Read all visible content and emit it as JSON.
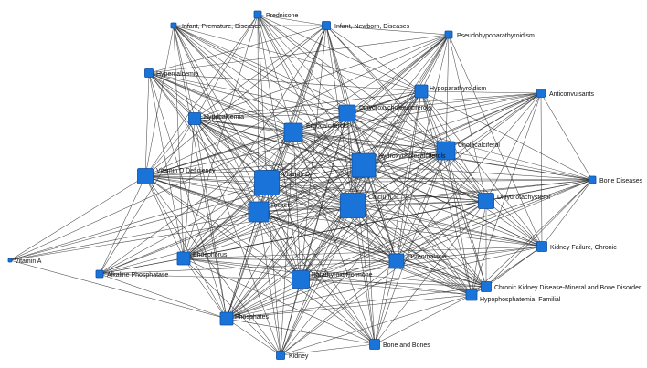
{
  "colors": {
    "node": "#1a73d9",
    "node_border": "#0b4fa0",
    "edge": "#2b2b2b",
    "background": "#ffffff"
  },
  "nodes": [
    {
      "id": "prednisone",
      "label": "Prednisone"
    },
    {
      "id": "infant_premature",
      "label": "Infant, Premature, Diseases"
    },
    {
      "id": "infant_newborn",
      "label": "Infant, Newborn, Diseases"
    },
    {
      "id": "pseudohypopara",
      "label": "Pseudohypoparathyroidism"
    },
    {
      "id": "hypercalcemia",
      "label": "Hypercalcemia"
    },
    {
      "id": "hypoparathyroidism",
      "label": "Hypoparathyroidism"
    },
    {
      "id": "anticonvulsants",
      "label": "Anticonvulsants"
    },
    {
      "id": "dihydroxychole",
      "label": "Dihydroxycholecalciferols"
    },
    {
      "id": "hypocalcemia",
      "label": "Hypocalcemia"
    },
    {
      "id": "ergocalciferols",
      "label": "Ergocalciferols"
    },
    {
      "id": "cholecalciferol",
      "label": "Cholecalciferol"
    },
    {
      "id": "hydroxychole",
      "label": "Hydroxycholecalciferols"
    },
    {
      "id": "vitd_deficiency",
      "label": "Vitamin D Deficiency"
    },
    {
      "id": "vitamin_d",
      "label": "Vitamin D"
    },
    {
      "id": "bone_diseases",
      "label": "Bone Diseases"
    },
    {
      "id": "dihydrotachysterol",
      "label": "Dihydrotachysterol"
    },
    {
      "id": "calcium",
      "label": "Calcium"
    },
    {
      "id": "rickets",
      "label": "Rickets"
    },
    {
      "id": "kidney_failure",
      "label": "Kidney Failure, Chronic"
    },
    {
      "id": "vitamin_a",
      "label": "Vitamin A"
    },
    {
      "id": "phosphorus",
      "label": "Phosphorus"
    },
    {
      "id": "osteomalacia",
      "label": "Osteomalacia"
    },
    {
      "id": "alk_phos",
      "label": "Alkaline Phosphatase"
    },
    {
      "id": "pth",
      "label": "Parathyroid Hormone"
    },
    {
      "id": "ckd_mbd",
      "label": "Chronic Kidney Disease-Mineral and Bone Disorder"
    },
    {
      "id": "hypophos",
      "label": "Hypophosphatemia, Familial"
    },
    {
      "id": "phosphates",
      "label": "Phosphates"
    },
    {
      "id": "bone_and_bones",
      "label": "Bone and Bones"
    },
    {
      "id": "kidney",
      "label": "Kidney"
    }
  ]
}
